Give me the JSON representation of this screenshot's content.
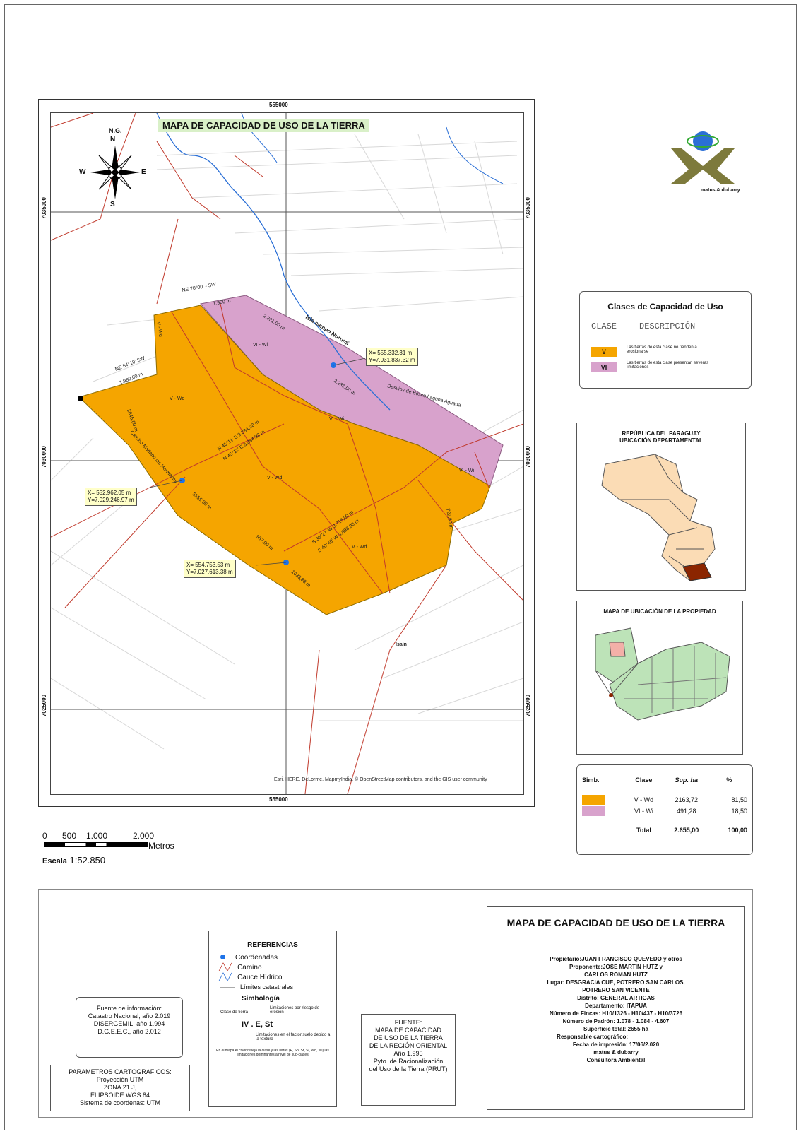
{
  "map": {
    "title": "MAPA DE CAPACIDAD DE USO DE LA TIERRA",
    "coords_x_top": "555000",
    "coords_x_bottom": "555000",
    "coords_y": [
      "7035000",
      "7030000",
      "7025000"
    ],
    "north_arrow": {
      "ng": "N.G.",
      "n": "N",
      "s": "S",
      "e": "E",
      "w": "W"
    },
    "credits": "Esri, HERE, DeLorme, MapmyIndia, © OpenStreetMap contributors, and the GIS user community",
    "labels": {
      "boundary_top": "NE 70°00' - SW",
      "boundary_top_len": "1.900 m",
      "isla": "Isla campo Nurumi",
      "ne_left": "NE 54°10' SW",
      "ne_left_len": "1.980,00 m",
      "len_2231_a": "2.231,00 m",
      "len_2231_b": "2.231,00 m",
      "fieldnote": "Desvíos de Bosco Laguna Aguada",
      "n4511_a": "N 45°11' E  3.884,98 m",
      "n4511_b": "N 45°11' E  3.884,98 m",
      "s3627": "S 36°27' W  3.716,00 m",
      "s3640": "S 40°40' W  3.998,00 m",
      "camino": "Camino Mariano las Hermanas",
      "v_wd_1": "V - Wd",
      "v_wd_2": "V - Wd",
      "v_wd_3": "V - Wd",
      "v_wd_4": "V - Wd",
      "vi_wi_1": "VI - Wi",
      "vi_wi_2": "VI - Wi",
      "vi_wi_3": "VI - Wi",
      "l1": "2845,00 m",
      "l2": "5555,00 m",
      "l3": "987,00 m",
      "l4": "1033,83 m",
      "l5": "722,80 m",
      "small_mark": "Isaín"
    },
    "callouts": [
      {
        "x": "X=  555.332,31 m",
        "y": "Y=7.031.837,32 m"
      },
      {
        "x": "X=  552.962,05 m",
        "y": "Y=7.029.246,97 m"
      },
      {
        "x": "X=  554.753,53 m",
        "y": "Y=7.027.613,38 m"
      }
    ]
  },
  "colors": {
    "v": "#f5a500",
    "vi": "#d8a2cc",
    "map_bg": "#ffffff",
    "paraguay": "#fbdcb5",
    "itapua": "#8b2500",
    "green": "#bde3b8"
  },
  "scale": {
    "ticks": [
      "0",
      "500",
      "1.000",
      "2.000"
    ],
    "unit": "Metros",
    "label": "Escala",
    "value": "1:52.850"
  },
  "logo_text": "matus & dubarry",
  "clases": {
    "title": "Clases de Capacidad de Uso",
    "col_clase": "CLASE",
    "col_desc": "DESCRIPCIÓN",
    "rows": [
      {
        "code": "V",
        "desc": "Las tierras de esta clase no tienden a erosionarse"
      },
      {
        "code": "VI",
        "desc": "Las tierras de esta clase presentan severas limitaciones"
      }
    ]
  },
  "ubicacion_dep": {
    "title1": "REPÚBLICA DEL PARAGUAY",
    "title2": "UBICACIÓN DEPARTAMENTAL"
  },
  "ubicacion_prop": {
    "title": "MAPA DE UBICACIÓN DE LA PROPIEDAD"
  },
  "tabla": {
    "headers": [
      "Simb.",
      "Clase",
      "Sup. ha",
      "%"
    ],
    "rows": [
      {
        "clase": "V - Wd",
        "sup": "2163,72",
        "pct": "81,50"
      },
      {
        "clase": "VI - Wi",
        "sup": "491,28",
        "pct": "18,50"
      }
    ],
    "total_label": "Total",
    "total_sup": "2.655,00",
    "total_pct": "100,00"
  },
  "fuente_info": {
    "lines": [
      "Fuente de información:",
      "Catastro Nacional, año 2.019",
      "DISERGEMIL, año 1.994",
      "D.G.E.E.C., año 2.012"
    ]
  },
  "parametros": {
    "lines": [
      "PARAMETROS CARTOGRAFICOS:",
      "Proyección UTM",
      "ZONA 21 J,",
      "ELIPSOIDE WGS 84",
      "Sistema de coordenas: UTM"
    ]
  },
  "referencias": {
    "title": "REFERENCIAS",
    "items": [
      "Coordenadas",
      "Camino",
      "Cauce Hídrico",
      "Límites catastrales"
    ],
    "simbologia": "Simbología",
    "clase_de_tierra": "Clase de tierra",
    "limitaciones_riesgo": "Limitaciones por riesgo de erosión",
    "symbol": "IV  .  E,  St",
    "limitaciones_suelo": "Limitaciones en el factor suelo debido a la textura",
    "nota": "En el mapa el color refleja la clase y las letras (E, Sp, St, Si, Wd, Wi) las limitaciones dominantes a nivel de sub-clases"
  },
  "fuente": {
    "lines": [
      "FUENTE:",
      "MAPA DE CAPACIDAD",
      "DE USO DE LA TIERRA",
      "DE LA REGIÓN ORIENTAL",
      "Año 1.995",
      "Pyto. de Racionalización",
      "del Uso de la Tierra (PRUT)"
    ]
  },
  "info": {
    "title": "MAPA DE CAPACIDAD DE USO DE LA TIERRA",
    "lines": [
      "Propietario:JUAN FRANCISCO QUEVEDO y otros",
      "Proponente:JOSE MARTIN HUTZ y",
      "CARLOS ROMAN HUTZ",
      "Lugar: DESGRACIA CUE, POTRERO SAN CARLOS,",
      "POTRERO SAN VICENTE",
      "Distrito: GENERAL ARTIGAS",
      "Departamento: ITAPUA",
      "Número de Fincas: H10/1326 - H10/437 - H10/3726",
      "Número de Padrón: 1.078 - 1.084 - 4.607",
      "Superficie total: 2655 há",
      "Responsable cartográfico:_______________",
      "Fecha de impresión: 17/06/2.020",
      "matus & dubarry",
      "Consultora Ambiental"
    ]
  }
}
